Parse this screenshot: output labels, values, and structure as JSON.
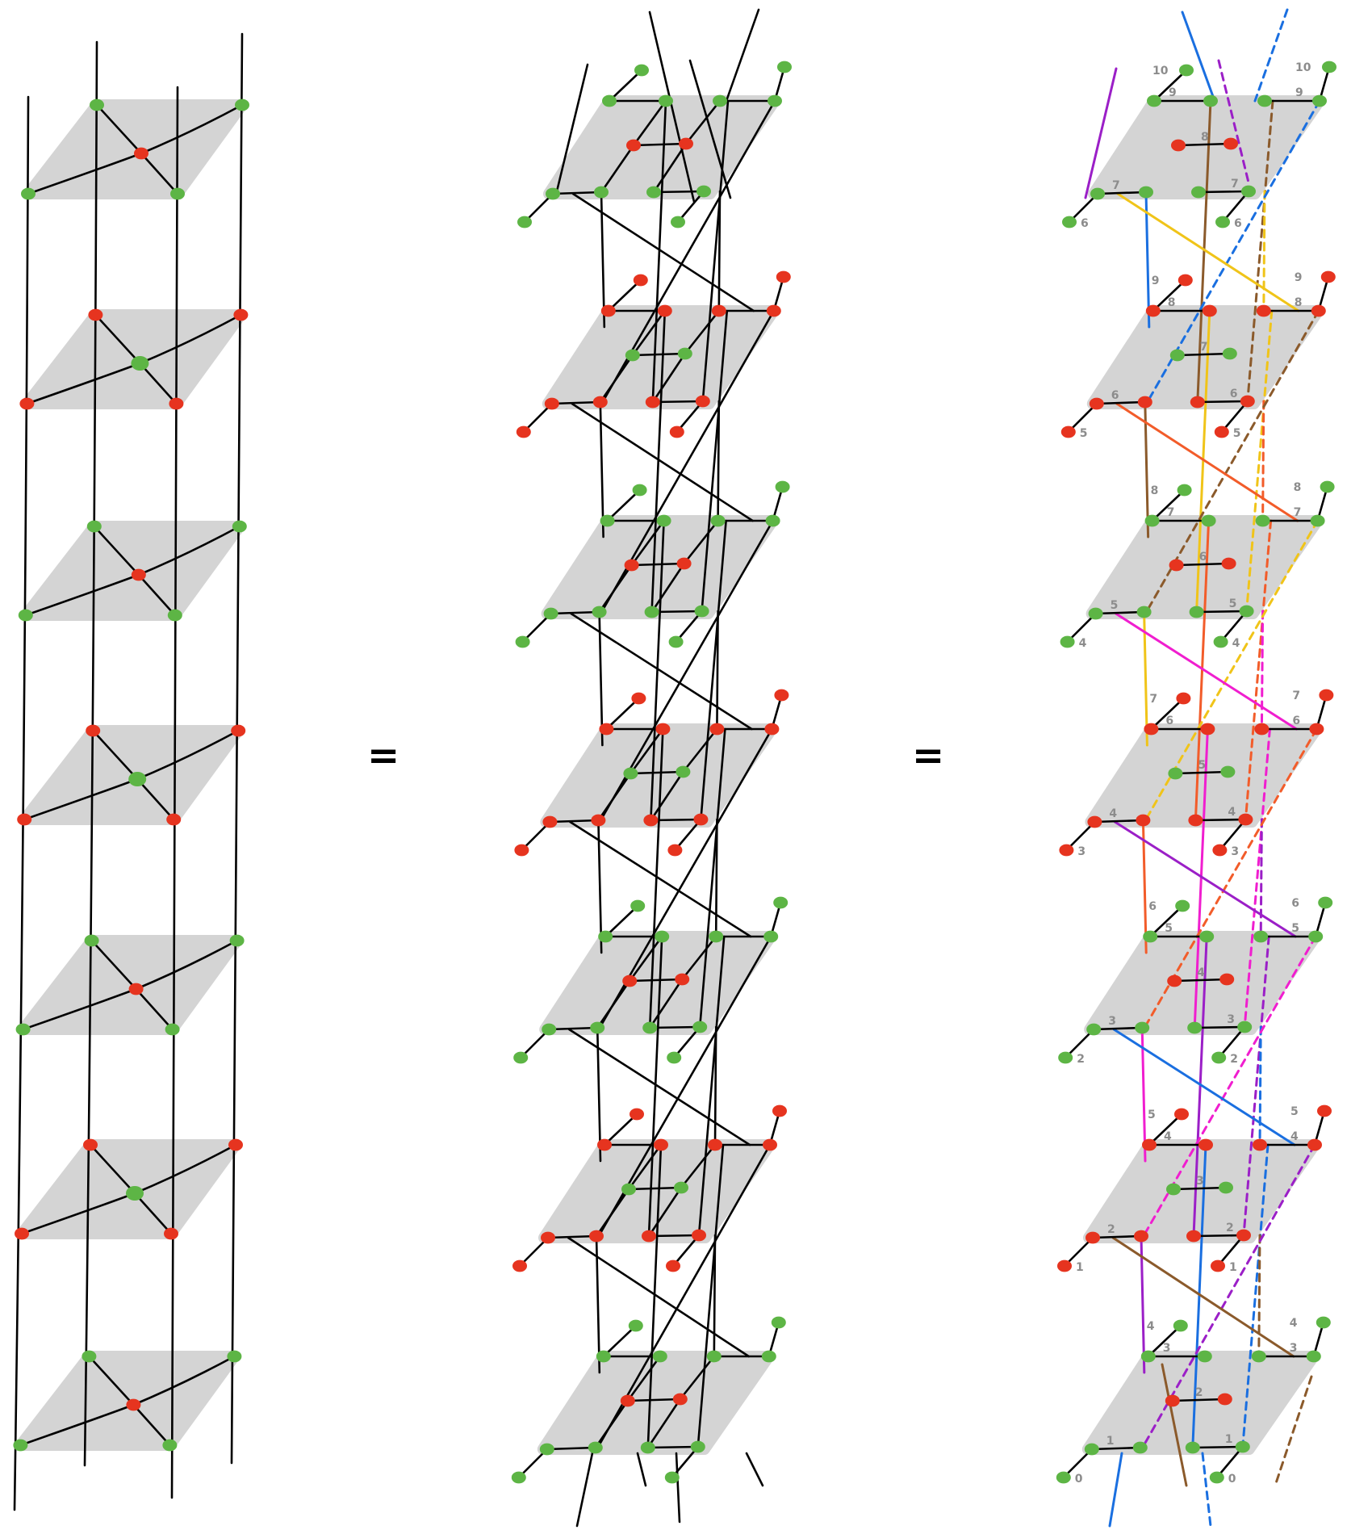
{
  "colors": {
    "green": "#5db545",
    "red": "#e6341f",
    "plate": "#d4d4d4",
    "line": "#000000",
    "label": "#8c8c8c"
  },
  "equals_signs": [
    "=",
    "="
  ],
  "panels": [
    {
      "name": "left-ladder",
      "layers": [
        "green",
        "red",
        "green",
        "red",
        "green",
        "red",
        "green"
      ]
    },
    {
      "name": "middle-lattice",
      "layers": [
        "green",
        "red",
        "green",
        "red",
        "green",
        "red",
        "green"
      ]
    },
    {
      "name": "right-colored-lattice",
      "layers": [
        "green",
        "red",
        "green",
        "red",
        "green",
        "red",
        "green"
      ]
    }
  ],
  "right_labels": [
    {
      "tl": "10",
      "a": "9",
      "b": "8",
      "c": "7",
      "bl": "6",
      "rtl": "10",
      "ra": "9",
      "rc": "7",
      "rbl": "6"
    },
    {
      "tl": "9",
      "a": "8",
      "b": "7",
      "c": "6",
      "bl": "5",
      "rtl": "9",
      "ra": "8",
      "rc": "6",
      "rbl": "5"
    },
    {
      "tl": "8",
      "a": "7",
      "b": "6",
      "c": "5",
      "bl": "4",
      "rtl": "8",
      "ra": "7",
      "rc": "5",
      "rbl": "4"
    },
    {
      "tl": "7",
      "a": "6",
      "b": "5",
      "c": "4",
      "bl": "3",
      "rtl": "7",
      "ra": "6",
      "rc": "4",
      "rbl": "3"
    },
    {
      "tl": "6",
      "a": "5",
      "b": "4",
      "c": "3",
      "bl": "2",
      "rtl": "6",
      "ra": "5",
      "rc": "3",
      "rbl": "2"
    },
    {
      "tl": "5",
      "a": "4",
      "b": "3",
      "c": "2",
      "bl": "1",
      "rtl": "5",
      "ra": "4",
      "rc": "2",
      "rbl": "1"
    },
    {
      "tl": "4",
      "a": "3",
      "b": "2",
      "c": "1",
      "bl": "0",
      "rtl": "4",
      "ra": "3",
      "rc": "1",
      "rbl": "0"
    }
  ],
  "path_colors": [
    "#9b1fc7",
    "#1a6fe0",
    "#8b5a2b",
    "#f0c419",
    "#f25c2a",
    "#f01ecf",
    "#9b1fc7",
    "#1a6fe0",
    "#8b5a2b"
  ]
}
